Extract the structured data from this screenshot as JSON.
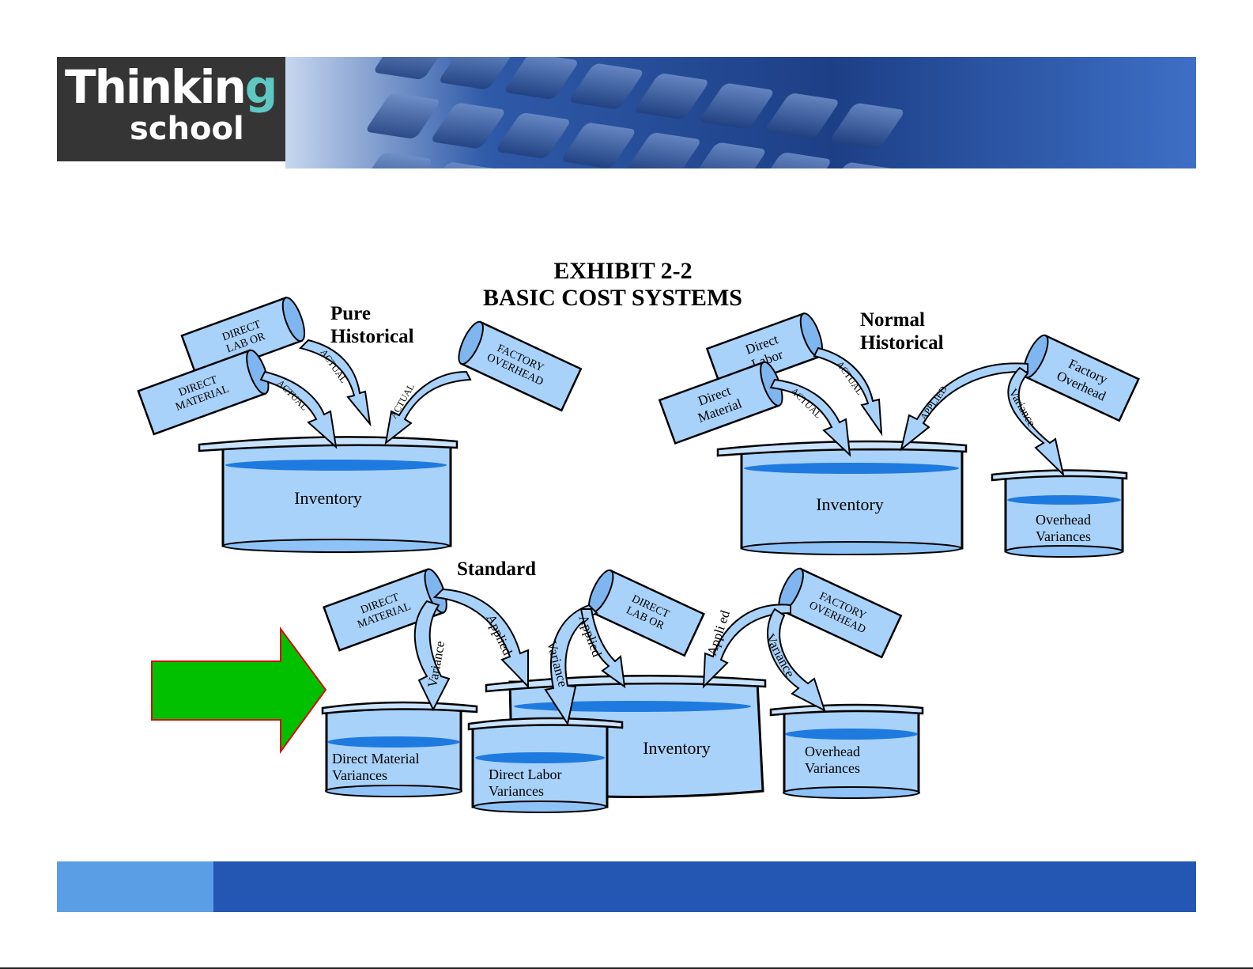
{
  "logo": {
    "line1_main": "Thinkin",
    "line1_accent": "g",
    "line2": "school"
  },
  "colors": {
    "logo_bg": "#353535",
    "logo_accent": "#5fc8c2",
    "banner_blue": "#2a4f93",
    "footer_light": "#5a9fe6",
    "footer_dark": "#2456b3",
    "container_fill": "#a9d2fb",
    "liquid": "#1f7ae0",
    "arrow_green": "#00c000",
    "arrow_outline": "#d01010"
  },
  "exhibit": {
    "title_line1": "EXHIBIT 2-2",
    "title_line2": "BASIC COST SYSTEMS"
  },
  "pure": {
    "heading_line1": "Pure",
    "heading_line2": "Historical",
    "direct_labor": [
      "DIRECT",
      "LAB OR"
    ],
    "direct_material": [
      "DIRECT",
      "MATERIAL"
    ],
    "factory_overhead": [
      "FACTORY",
      "OVERHEAD"
    ],
    "flow_label": "ACTUAL",
    "inventory": "Inventory"
  },
  "normal": {
    "heading_line1": "Normal",
    "heading_line2": "Historical",
    "direct_labor": [
      "Direct",
      "Labor"
    ],
    "direct_material": [
      "Direct",
      "Material"
    ],
    "factory_overhead": [
      "Factory",
      "Overhead"
    ],
    "flow_actual": "ACTUAL",
    "flow_applied": "APPLIED",
    "flow_variance": "Variance",
    "inventory": "Inventory",
    "overhead_variances": [
      "Overhead",
      "Variances"
    ]
  },
  "standard": {
    "heading": "Standard",
    "direct_material": [
      "DIRECT",
      "MATERIAL"
    ],
    "direct_labor": [
      "DIRECT",
      "LAB OR"
    ],
    "factory_overhead": [
      "FACTORY",
      "OVERHEAD"
    ],
    "flow_applied": "Applied",
    "flow_applied_alt": "Appli ed",
    "flow_variance": "Variance",
    "inventory": "Inventory",
    "dm_variances": [
      "Direct Material",
      "Variances"
    ],
    "dl_variances": [
      "Direct Labor",
      "Variances"
    ],
    "oh_variances": [
      "Overhead",
      "Variances"
    ]
  }
}
